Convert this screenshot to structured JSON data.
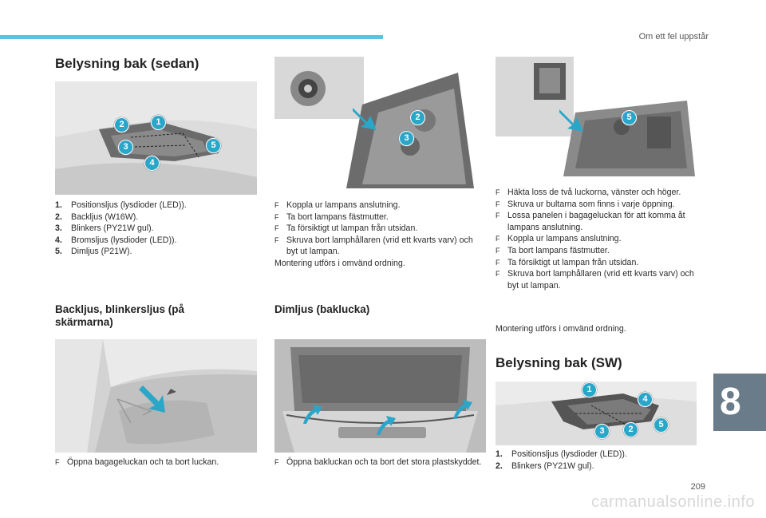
{
  "header": {
    "section": "Om ett fel uppstår"
  },
  "sec_sedan": {
    "title": "Belysning bak (sedan)",
    "items": [
      {
        "n": "1.",
        "t": "Positionsljus (lysdioder (LED))."
      },
      {
        "n": "2.",
        "t": "Backljus (W16W)."
      },
      {
        "n": "3.",
        "t": "Blinkers (PY21W gul)."
      },
      {
        "n": "4.",
        "t": "Bromsljus (lysdioder (LED))."
      },
      {
        "n": "5.",
        "t": "Dimljus (P21W)."
      }
    ]
  },
  "sec_backljus": {
    "title": "Backljus, blinkersljus (på skärmarna)",
    "steps": [
      "Öppna bagageluckan och ta bort luckan."
    ]
  },
  "mid_top": {
    "steps": [
      "Koppla ur lampans anslutning.",
      "Ta bort lampans fästmutter.",
      "Ta försiktigt ut lampan från utsidan.",
      "Skruva bort lamphållaren (vrid ett kvarts varv) och byt ut lampan."
    ],
    "note": "Montering utförs i omvänd ordning."
  },
  "sec_dimljus": {
    "title": "Dimljus (baklucka)",
    "steps": [
      "Öppna bakluckan och ta bort det stora plastskyddet."
    ]
  },
  "right_top": {
    "steps": [
      "Häkta loss de två luckorna, vänster och höger.",
      "Skruva ur bultarna som finns i varje öppning.",
      "Lossa panelen i bagageluckan för att komma åt lampans anslutning.",
      "Koppla ur lampans anslutning.",
      "Ta bort lampans fästmutter.",
      "Ta försiktigt ut lampan från utsidan.",
      "Skruva bort lamphållaren (vrid ett kvarts varv) och byt ut lampan."
    ],
    "note": "Montering utförs i omvänd ordning."
  },
  "sec_sw": {
    "title": "Belysning bak (SW)",
    "items": [
      {
        "n": "1.",
        "t": "Positionsljus (lysdioder (LED))."
      },
      {
        "n": "2.",
        "t": "Blinkers (PY21W gul)."
      }
    ]
  },
  "bullet_glyph": "F",
  "callouts": {
    "fig1": [
      "2",
      "1",
      "3",
      "5",
      "4"
    ],
    "fig2": [
      "2",
      "3"
    ],
    "fig3": [
      "5"
    ],
    "fig_sw": [
      "1",
      "4",
      "5",
      "3",
      "2"
    ]
  },
  "chapter": "8",
  "page_number": "209",
  "watermark": "carmanualsonline.info",
  "colors": {
    "accent_bar": "#5bc3e0",
    "callout": "#2aa6c9",
    "chapter_tab": "#6a7c89"
  }
}
